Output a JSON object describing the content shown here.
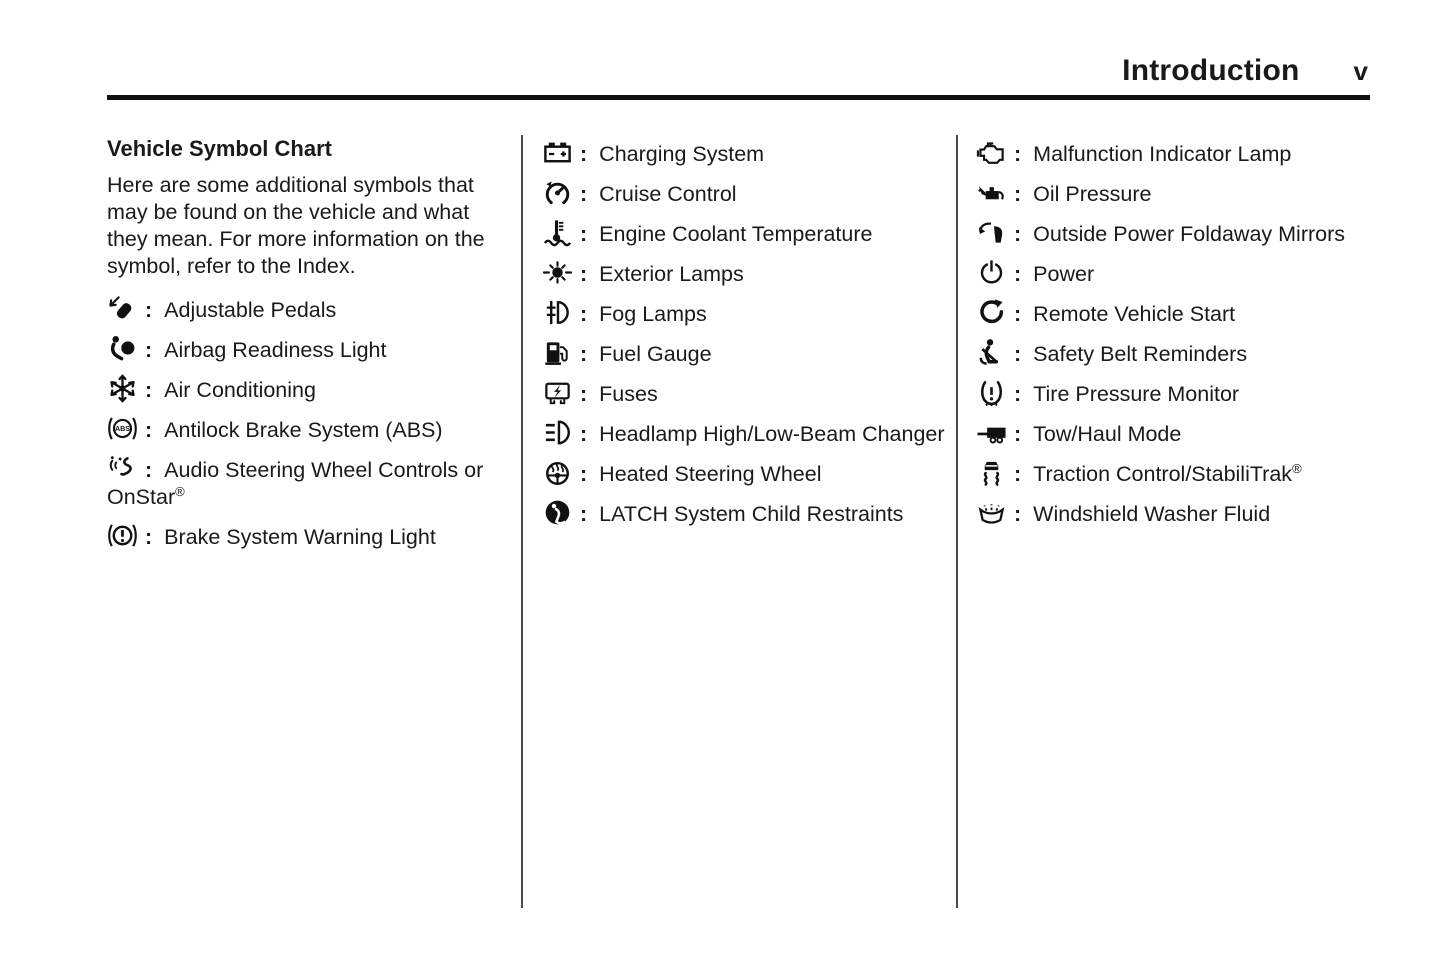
{
  "separator": ":",
  "header": {
    "title": "Introduction",
    "page_number": "v"
  },
  "section": {
    "heading": "Vehicle Symbol Chart",
    "intro": "Here are some additional symbols that may be found on the vehicle and what they mean. For more information on the symbol, refer to the Index."
  },
  "colors": {
    "background": "#ffffff",
    "text": "#1a1a1a",
    "rule": "#111111",
    "divider": "#4a4a4a"
  },
  "columns": [
    {
      "items": [
        {
          "icon": "adjustable-pedals",
          "label": "Adjustable Pedals"
        },
        {
          "icon": "airbag-readiness",
          "label": "Airbag Readiness Light"
        },
        {
          "icon": "air-conditioning",
          "label": "Air Conditioning"
        },
        {
          "icon": "abs",
          "label": "Antilock Brake System (ABS)"
        },
        {
          "icon": "audio-steering-wheel",
          "label": "Audio Steering Wheel Controls or OnStar",
          "sup": "®"
        },
        {
          "icon": "brake-warning",
          "label": "Brake System Warning Light"
        }
      ]
    },
    {
      "items": [
        {
          "icon": "charging-system",
          "label": "Charging System"
        },
        {
          "icon": "cruise-control",
          "label": "Cruise Control"
        },
        {
          "icon": "engine-coolant-temperature",
          "label": "Engine Coolant Temperature"
        },
        {
          "icon": "exterior-lamps",
          "label": "Exterior Lamps"
        },
        {
          "icon": "fog-lamps",
          "label": "Fog Lamps"
        },
        {
          "icon": "fuel-gauge",
          "label": "Fuel Gauge"
        },
        {
          "icon": "fuses",
          "label": "Fuses"
        },
        {
          "icon": "headlamp-beam-changer",
          "label": "Headlamp High/Low-Beam Changer"
        },
        {
          "icon": "heated-steering-wheel",
          "label": "Heated Steering Wheel"
        },
        {
          "icon": "latch-child-restraints",
          "label": "LATCH System Child Restraints"
        }
      ]
    },
    {
      "items": [
        {
          "icon": "malfunction-indicator",
          "label": "Malfunction Indicator Lamp"
        },
        {
          "icon": "oil-pressure",
          "label": "Oil Pressure"
        },
        {
          "icon": "foldaway-mirrors",
          "label": "Outside Power Foldaway Mirrors"
        },
        {
          "icon": "power",
          "label": "Power"
        },
        {
          "icon": "remote-vehicle-start",
          "label": "Remote Vehicle Start"
        },
        {
          "icon": "safety-belt-reminder",
          "label": "Safety Belt Reminders"
        },
        {
          "icon": "tire-pressure-monitor",
          "label": "Tire Pressure Monitor"
        },
        {
          "icon": "tow-haul-mode",
          "label": "Tow/Haul Mode"
        },
        {
          "icon": "traction-control",
          "label": "Traction Control/StabiliTrak",
          "sup": "®"
        },
        {
          "icon": "windshield-washer-fluid",
          "label": "Windshield Washer Fluid"
        }
      ]
    }
  ]
}
